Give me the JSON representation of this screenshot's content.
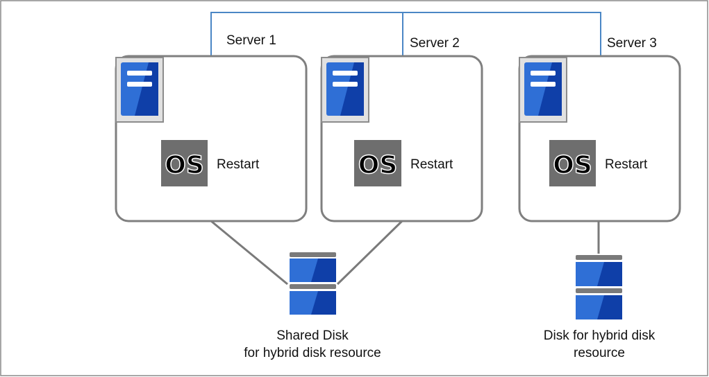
{
  "servers": [
    {
      "name": "Server 1",
      "os_badge": "OS",
      "action": "Restart"
    },
    {
      "name": "Server 2",
      "os_badge": "OS",
      "action": "Restart"
    },
    {
      "name": "Server 3",
      "os_badge": "OS",
      "action": "Restart"
    }
  ],
  "disks": {
    "shared": {
      "line1": "Shared Disk",
      "line2": "for hybrid disk resource"
    },
    "local": {
      "line1": "Disk for hybrid disk",
      "line2": "resource"
    }
  },
  "colors": {
    "network_line": "#4a86c5",
    "server_icon_blue": "#2f6fd6",
    "server_icon_dark": "#0f3fa8",
    "os_badge_bg": "#6e6e6e",
    "disk_bar": "#7a7a7a",
    "frame": "#7f7f7f"
  },
  "icons": [
    "server-icon",
    "os-badge-icon",
    "disk-icon"
  ]
}
